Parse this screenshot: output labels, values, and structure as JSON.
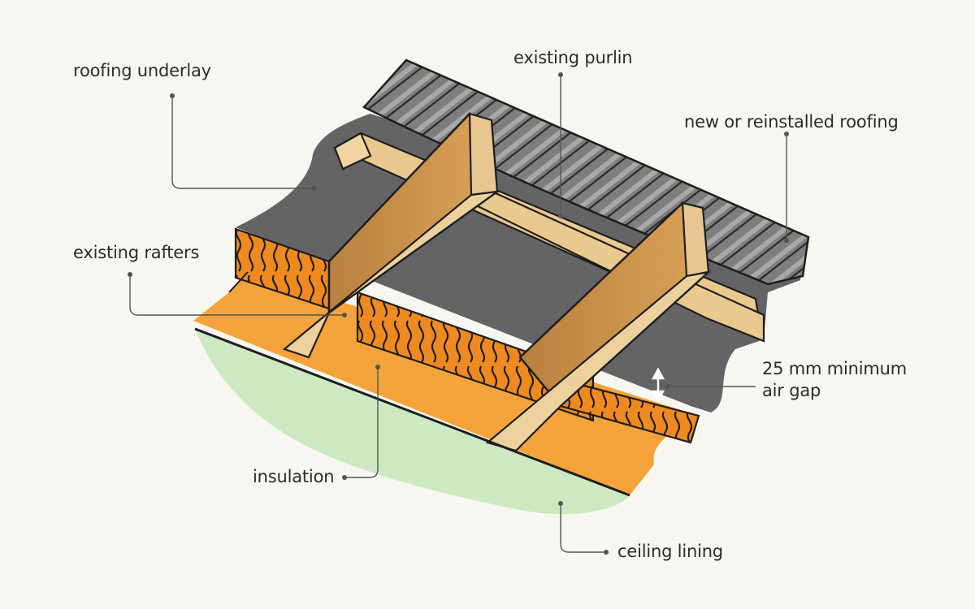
{
  "labels": {
    "roofing_underlay": "roofing underlay",
    "existing_purlin": "existing purlin",
    "new_roofing": "new or reinstalled roofing",
    "existing_rafters": "existing rafters",
    "air_gap_line1": "25 mm minimum",
    "air_gap_line2": "air gap",
    "insulation": "insulation",
    "ceiling_lining": "ceiling lining"
  },
  "colors": {
    "background": "#f8f6f1",
    "roofing": "#7a7a7a",
    "underlay": "#646466",
    "timber": "#e9c98e",
    "timber_dark": "#c88f48",
    "insulation": "#f5a33b",
    "insulation_dark": "#ee8a1f",
    "ceiling": "#cde9c2",
    "outline": "#1e1e1e",
    "leader": "#555555"
  }
}
